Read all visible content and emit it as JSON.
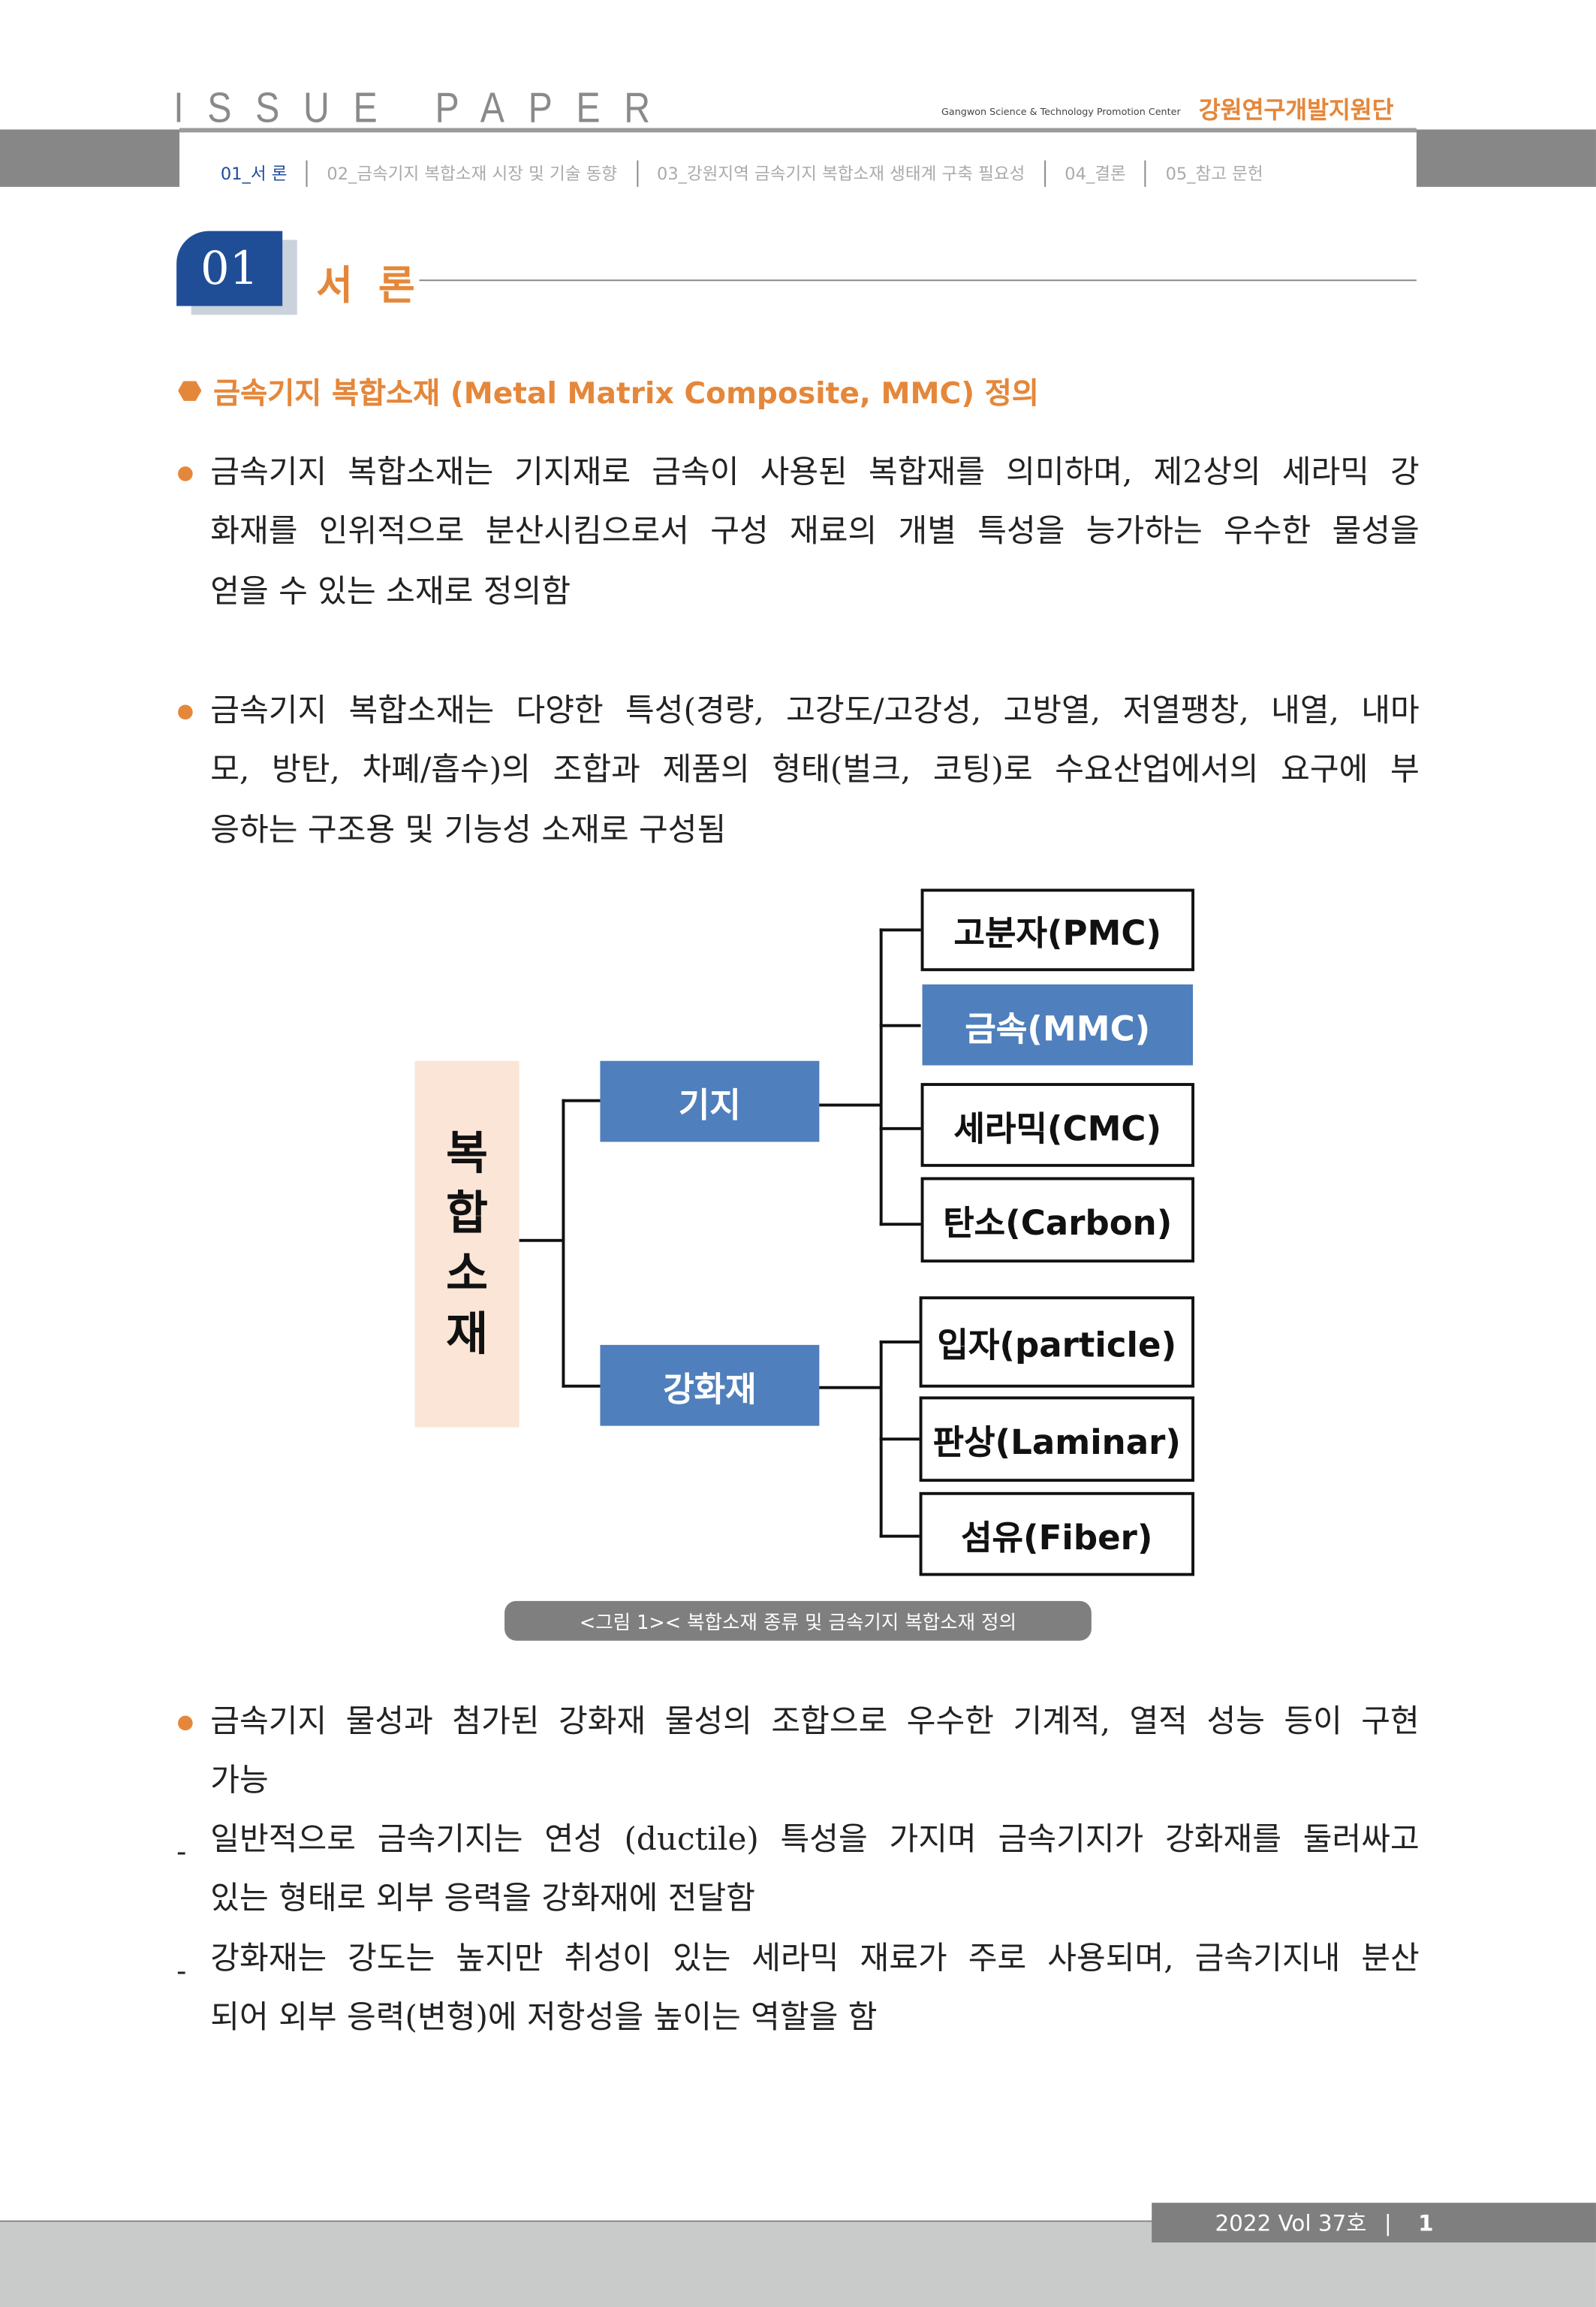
{
  "header": {
    "brand": "ISSUE PAPER",
    "org_en": "Gangwon Science & Technology Promotion Center",
    "org_ko": "강원연구개발지원단",
    "nav": [
      "01_서 론",
      "02_금속기지 복합소재 시장 및 기술 동향",
      "03_강원지역 금속기지 복합소재 생태계 구축 필요성",
      "04_결론",
      "05_참고 문헌"
    ]
  },
  "section": {
    "number": "01",
    "title": "서 론"
  },
  "subheading": "금속기지 복합소재 (Metal Matrix Composite, MMC) 정의",
  "paragraphs": [
    {
      "lines": [
        "금속기지 복합소재는 기지재로 금속이 사용된 복합재를 의미하며, 제2상의 세라믹 강",
        "화재를 인위적으로 분산시킴으로서 구성 재료의 개별 특성을 능가하는 우수한 물성을",
        "얻을 수 있는 소재로 정의함"
      ]
    },
    {
      "lines": [
        "금속기지 복합소재는 다양한 특성(경량, 고강도/고강성, 고방열, 저열팽창, 내열, 내마",
        "모, 방탄, 차폐/흡수)의 조합과 제품의 형태(벌크, 코팅)로 수요산업에서의 요구에 부",
        "응하는 구조용 및 기능성 소재로 구성됨"
      ]
    },
    {
      "lines": [
        "금속기지 물성과 첨가된 강화재 물성의 조합으로 우수한 기계적, 열적 성능 등이 구현",
        "가능"
      ]
    },
    {
      "dash": "-",
      "lines": [
        "일반적으로 금속기지는 연성 (ductile) 특성을 가지며 금속기지가 강화재를 둘러싸고",
        "있는 형태로 외부 응력을 강화재에 전달함"
      ]
    },
    {
      "dash": "-",
      "lines": [
        "강화재는 강도는 높지만 취성이 있는 세라믹 재료가 주로 사용되며, 금속기지내 분산",
        "되어 외부 응력(변형)에 저항성을 높이는 역할을 함"
      ]
    }
  ],
  "diagram": {
    "root": [
      "복",
      "합",
      "소",
      "재"
    ],
    "matrix": "기지",
    "reinforcement": "강화재",
    "matrix_types": [
      "고분자(PMC)",
      "금속(MMC)",
      "세라믹(CMC)",
      "탄소(Carbon)"
    ],
    "reinforcement_types": [
      "입자(particle)",
      "판상(Laminar)",
      "섬유(Fiber)"
    ],
    "caption": "<그림 1>< 복합소재 종류 및 금속기지 복합소재 정의"
  },
  "footer": {
    "issue": "2022 Vol 37호",
    "separator": "|",
    "page": "1"
  },
  "colors": {
    "accent": "#e5873a",
    "navy": "#1f4e97",
    "blue": "#4f7fbc",
    "peach": "#fbe5d6"
  }
}
